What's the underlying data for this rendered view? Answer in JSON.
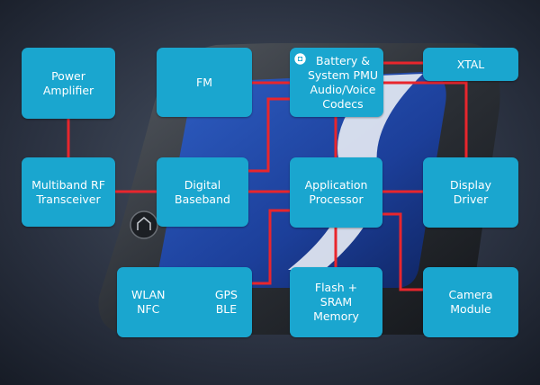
{
  "diagram": {
    "blocks": {
      "power_amplifier": "Power\nAmplifier",
      "fm": "FM",
      "battery_pmu": "Battery &\nSystem PMU\nAudio/Voice\nCodecs",
      "xtal": "XTAL",
      "rf_transceiver": "Multiband RF\nTransceiver",
      "digital_baseband": "Digital\nBaseband",
      "application_processor": "Application\nProcessor",
      "display_driver": "Display\nDriver",
      "wlan_nfc": "WLAN\nNFC",
      "gps_ble": "GPS\nBLE",
      "flash_sram": "Flash +\nSRAM\nMemory",
      "camera_module": "Camera\nModule"
    },
    "colors": {
      "block": "#1aa6cf",
      "connector": "#e8262d",
      "background": "#1b2230"
    },
    "background_image": "smartphone-photo"
  }
}
